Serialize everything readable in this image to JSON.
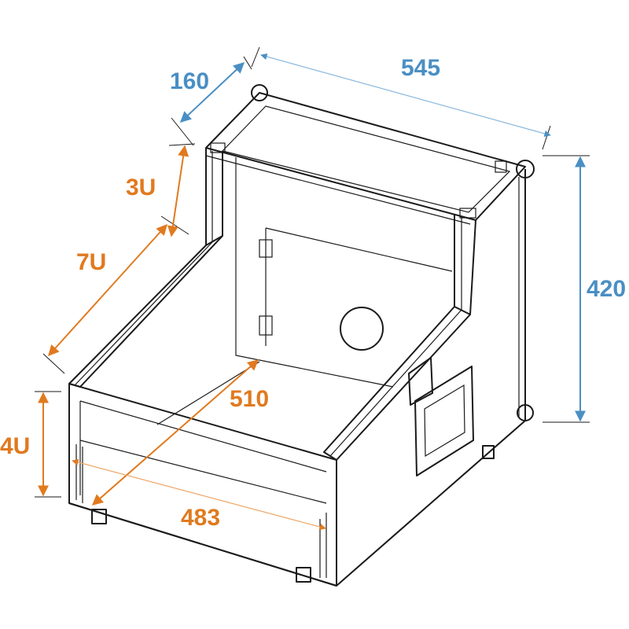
{
  "dimensions": {
    "depth_top": "160",
    "width_top": "545",
    "height": "420",
    "upper_rack": "3U",
    "slant_rack": "7U",
    "lower_rack": "4U",
    "inner_depth": "510",
    "rack_width": "483"
  },
  "colors": {
    "outer_dimension": "#4a8fc4",
    "rack_dimension": "#e07a1f",
    "line": "#1a1a1a"
  }
}
